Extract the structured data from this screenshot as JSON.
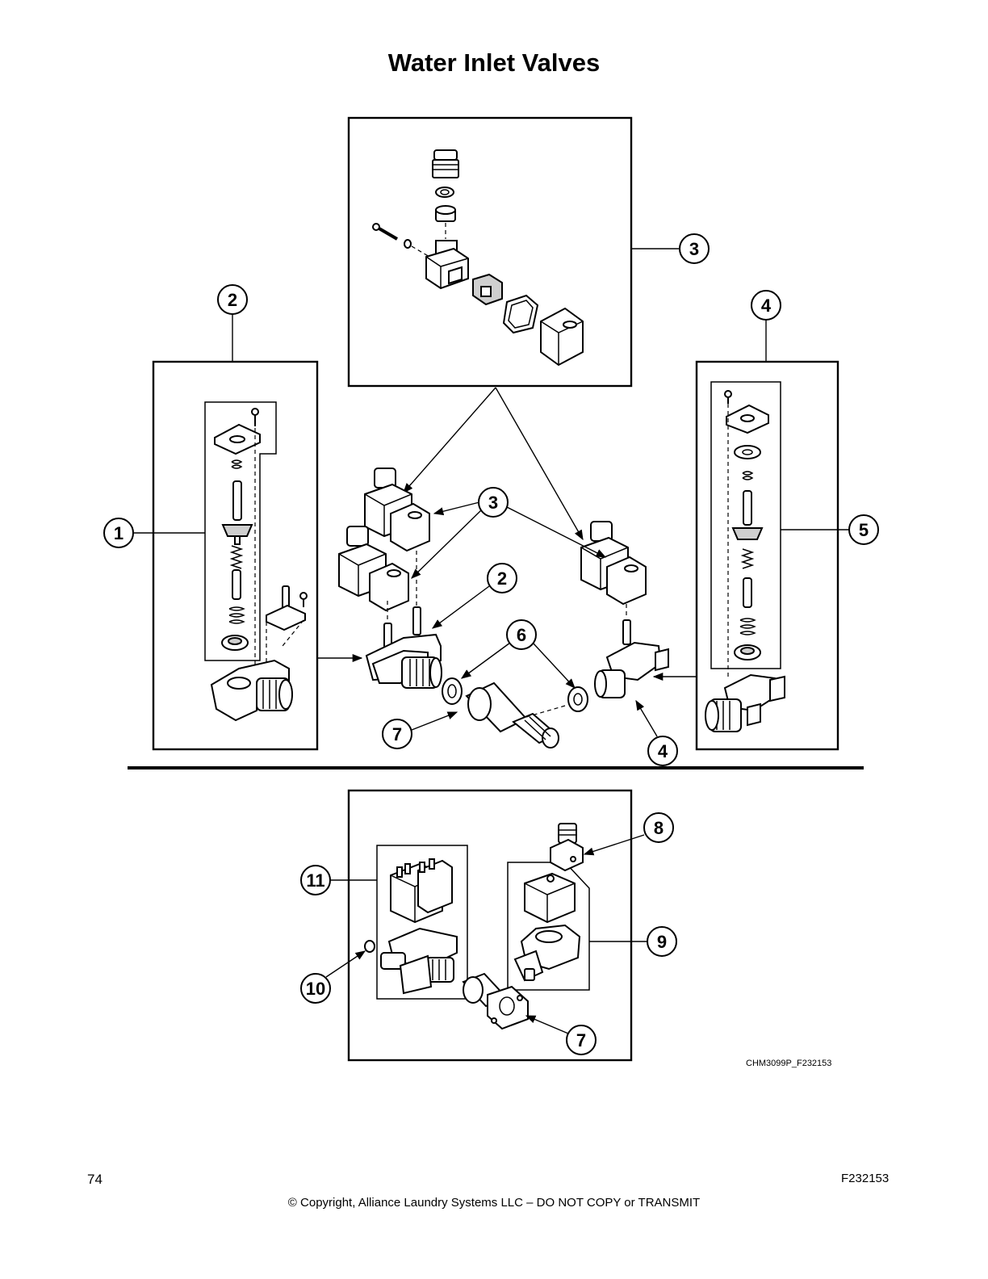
{
  "title": "Water Inlet Valves",
  "figure_code": "CHM3099P_F232153",
  "footer": {
    "page_number": "74",
    "copyright": "© Copyright, Alliance Laundry Systems LLC – DO NOT COPY or TRANSMIT",
    "doc_code": "F232153"
  },
  "callouts": {
    "c1": "1",
    "c2a": "2",
    "c2b": "2",
    "c3a": "3",
    "c3b": "3",
    "c4a": "4",
    "c4b": "4",
    "c5": "5",
    "c6": "6",
    "c7a": "7",
    "c7b": "7",
    "c8": "8",
    "c9": "9",
    "c10": "10",
    "c11": "11"
  }
}
